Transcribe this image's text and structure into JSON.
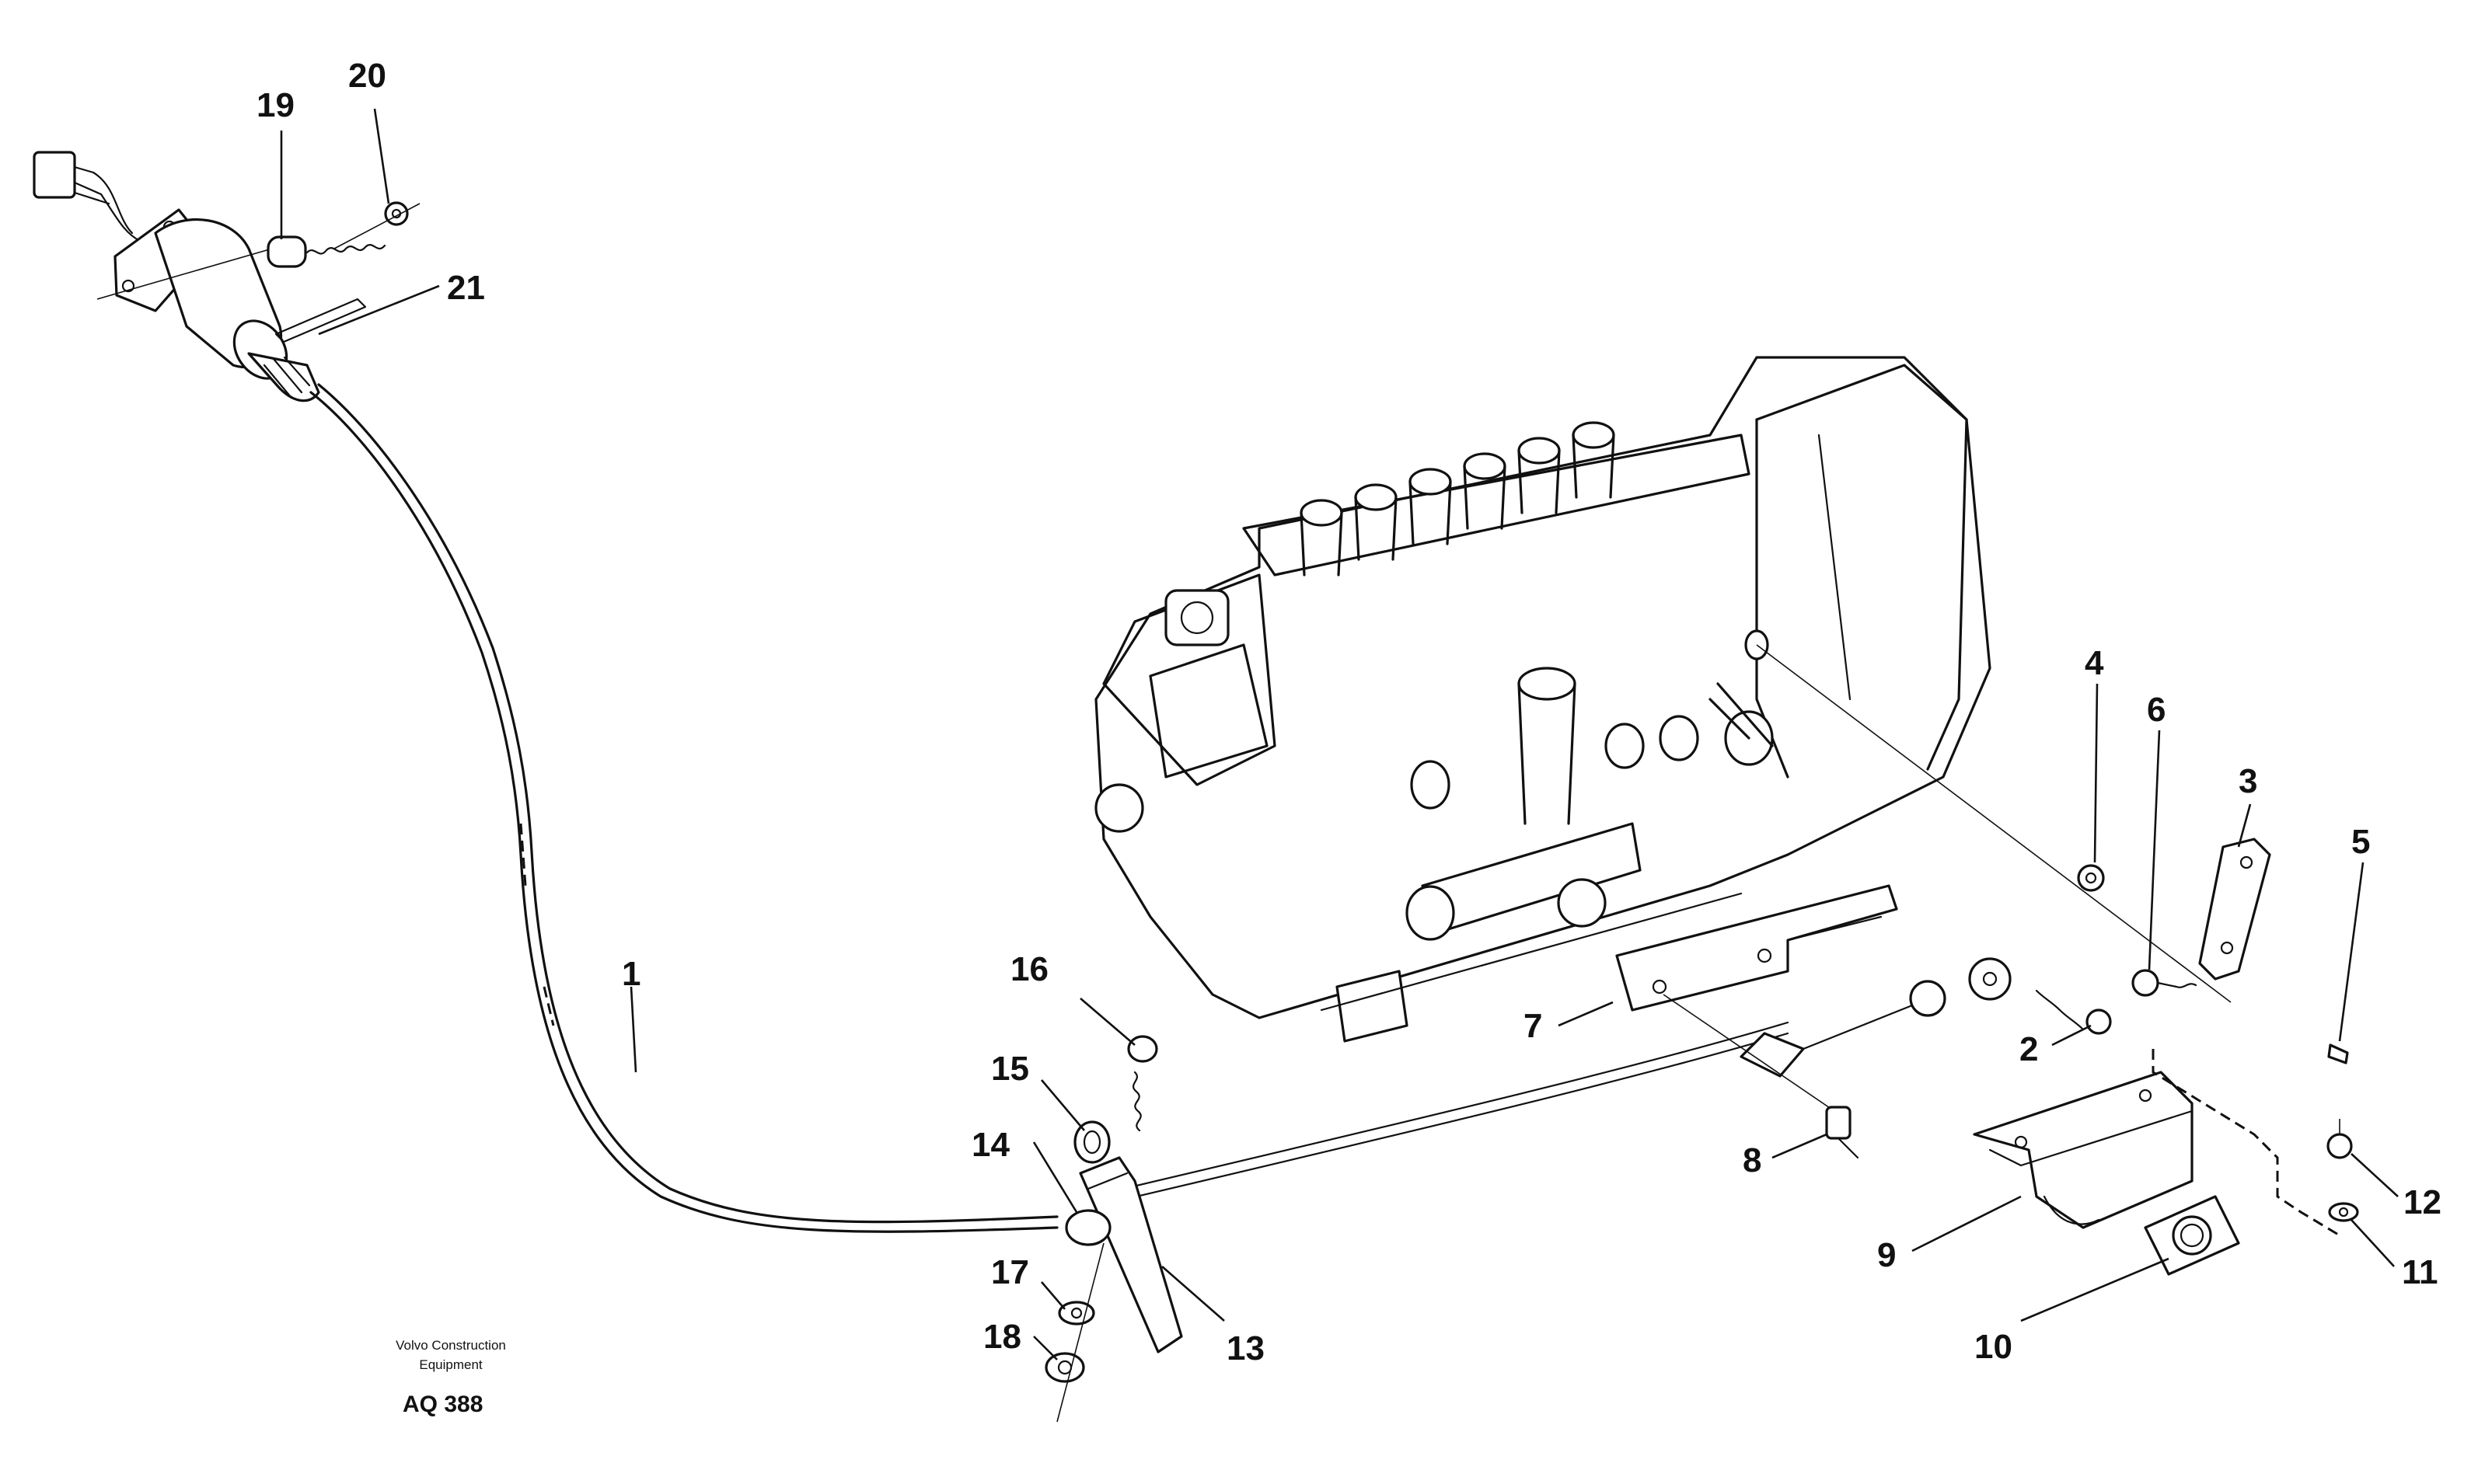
{
  "credit": {
    "line1": "Volvo Construction",
    "line2": "Equipment",
    "code": "AQ 388"
  },
  "callouts": [
    {
      "id": "1",
      "label": "1"
    },
    {
      "id": "2",
      "label": "2"
    },
    {
      "id": "3",
      "label": "3"
    },
    {
      "id": "4",
      "label": "4"
    },
    {
      "id": "5",
      "label": "5"
    },
    {
      "id": "6",
      "label": "6"
    },
    {
      "id": "7",
      "label": "7"
    },
    {
      "id": "8",
      "label": "8"
    },
    {
      "id": "9",
      "label": "9"
    },
    {
      "id": "10",
      "label": "10"
    },
    {
      "id": "11",
      "label": "11"
    },
    {
      "id": "12",
      "label": "12"
    },
    {
      "id": "13",
      "label": "13"
    },
    {
      "id": "14",
      "label": "14"
    },
    {
      "id": "15",
      "label": "15"
    },
    {
      "id": "16",
      "label": "16"
    },
    {
      "id": "17",
      "label": "17"
    },
    {
      "id": "18",
      "label": "18"
    },
    {
      "id": "19",
      "label": "19"
    },
    {
      "id": "20",
      "label": "20"
    },
    {
      "id": "21",
      "label": "21"
    }
  ]
}
